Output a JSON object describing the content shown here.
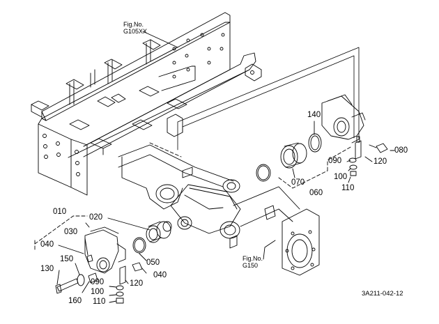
{
  "diagram": {
    "figure_code": "3A211-042-12",
    "references": [
      {
        "id": "ref-frame",
        "text": "Fig.No.\nG105XX"
      },
      {
        "id": "ref-housing",
        "text": "Fig.No.\nG150"
      }
    ],
    "part_numbers": {
      "p010": "010",
      "p020": "020",
      "p030": "030",
      "p040a": "040",
      "p040b": "040",
      "p050": "050",
      "p060": "060",
      "p070": "070",
      "p080": "080",
      "p090a": "090",
      "p090b": "090",
      "p100a": "100",
      "p100b": "100",
      "p110a": "110",
      "p110b": "110",
      "p120a": "120",
      "p120b": "120",
      "p130": "130",
      "p140": "140",
      "p150": "150",
      "p160": "160"
    }
  }
}
